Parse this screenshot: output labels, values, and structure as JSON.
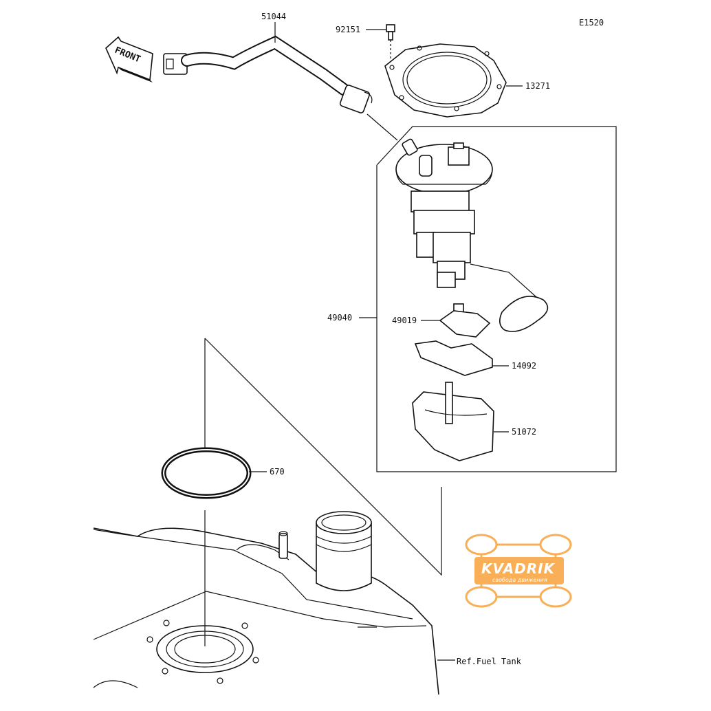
{
  "diagram": {
    "code": "E1520",
    "front_label": "FRONT",
    "reference_label": "Ref.Fuel Tank",
    "parts": [
      {
        "id": "51044"
      },
      {
        "id": "92151"
      },
      {
        "id": "13271"
      },
      {
        "id": "49040"
      },
      {
        "id": "49019"
      },
      {
        "id": "14092"
      },
      {
        "id": "51072"
      },
      {
        "id": "670"
      }
    ]
  },
  "watermark": {
    "brand": "KVADRIK",
    "tagline": "свобода движения",
    "color": "#f7a23a"
  }
}
